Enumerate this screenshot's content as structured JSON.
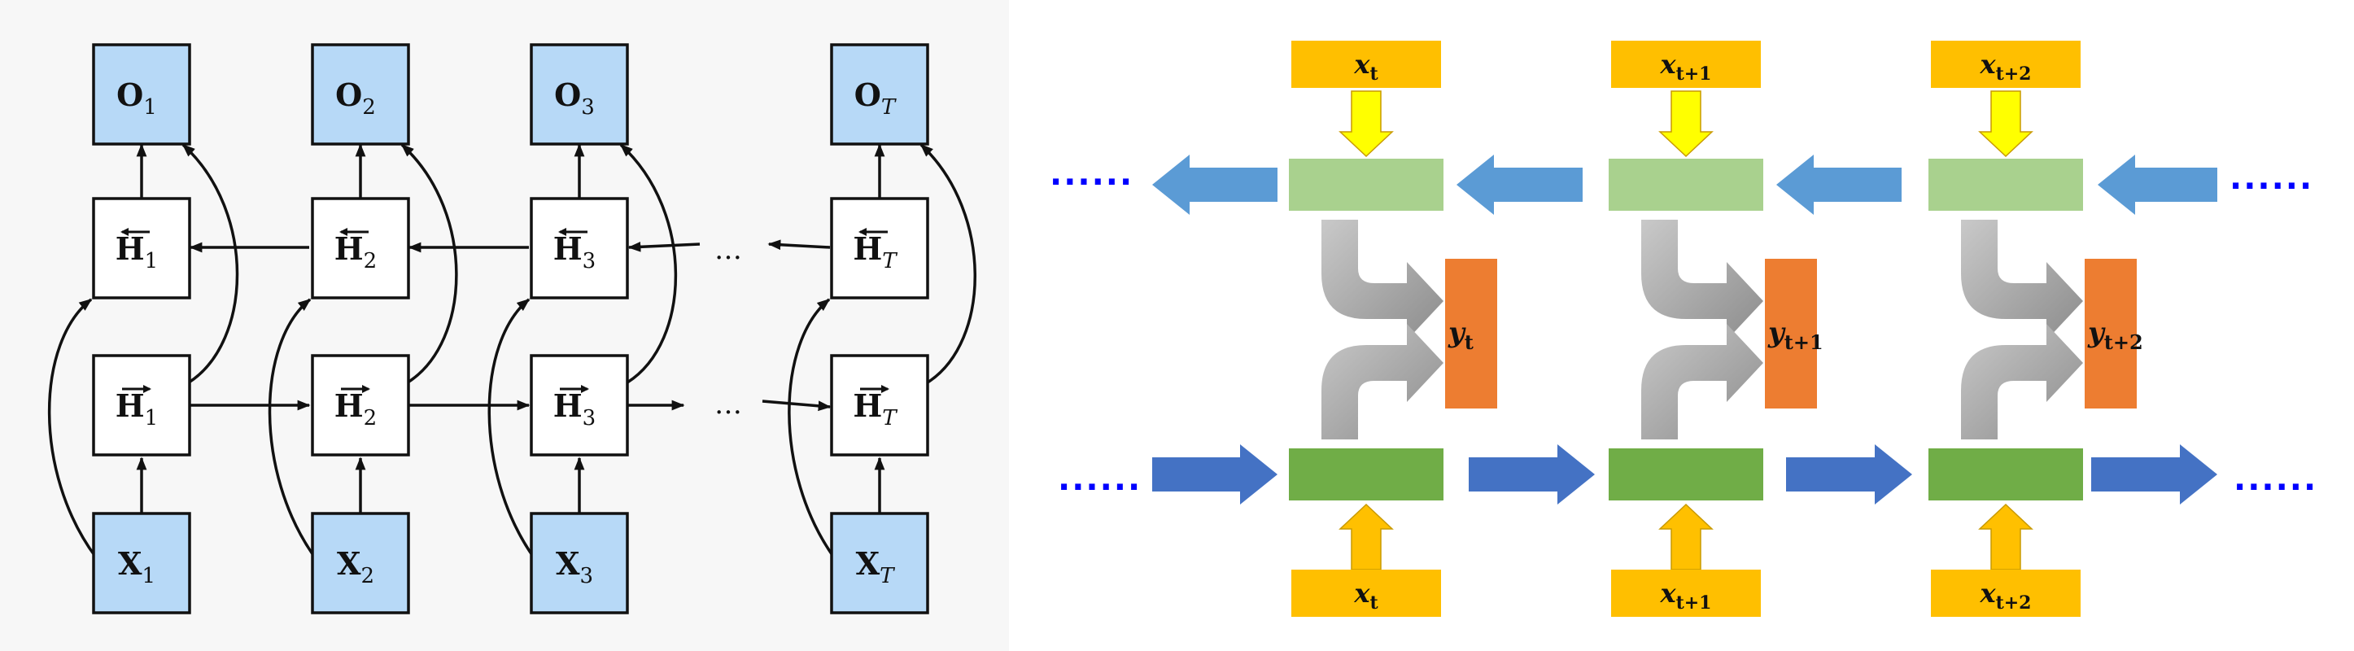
{
  "left_diagram": {
    "output_labels": [
      {
        "main": "O",
        "sub": "1",
        "sub_italic": false
      },
      {
        "main": "O",
        "sub": "2",
        "sub_italic": false
      },
      {
        "main": "O",
        "sub": "3",
        "sub_italic": false
      },
      {
        "main": "O",
        "sub": "T",
        "sub_italic": true
      }
    ],
    "backward_labels": [
      {
        "main": "H",
        "sub": "1",
        "sub_italic": false
      },
      {
        "main": "H",
        "sub": "2",
        "sub_italic": false
      },
      {
        "main": "H",
        "sub": "3",
        "sub_italic": false
      },
      {
        "main": "H",
        "sub": "T",
        "sub_italic": true
      }
    ],
    "forward_labels": [
      {
        "main": "H",
        "sub": "1",
        "sub_italic": false
      },
      {
        "main": "H",
        "sub": "2",
        "sub_italic": false
      },
      {
        "main": "H",
        "sub": "3",
        "sub_italic": false
      },
      {
        "main": "H",
        "sub": "T",
        "sub_italic": true
      }
    ],
    "input_labels": [
      {
        "main": "X",
        "sub": "1",
        "sub_italic": false
      },
      {
        "main": "X",
        "sub": "2",
        "sub_italic": false
      },
      {
        "main": "X",
        "sub": "3",
        "sub_italic": false
      },
      {
        "main": "X",
        "sub": "T",
        "sub_italic": true
      }
    ],
    "ellipsis": "…",
    "colors": {
      "panel_background": "#f7f7f7",
      "io_box_fill": "#b7d9f7",
      "hidden_box_fill": "#ffffff",
      "stroke": "#111111"
    }
  },
  "right_diagram": {
    "top_input_labels": [
      {
        "main": "x",
        "sub": "t"
      },
      {
        "main": "x",
        "sub": "t+1"
      },
      {
        "main": "x",
        "sub": "t+2"
      }
    ],
    "bottom_input_labels": [
      {
        "main": "x",
        "sub": "t"
      },
      {
        "main": "x",
        "sub": "t+1"
      },
      {
        "main": "x",
        "sub": "t+2"
      }
    ],
    "output_labels": [
      {
        "main": "y",
        "sub": "t"
      },
      {
        "main": "y",
        "sub": "t+1"
      },
      {
        "main": "y",
        "sub": "t+2"
      }
    ],
    "dots": "......",
    "colors": {
      "input_box": "#ffbf00",
      "top_input_arrow": "#ffff00",
      "bottom_input_arrow": "#ffc000",
      "backward_cell": "#a9d18e",
      "forward_cell": "#70ad47",
      "backward_arrow": "#5b9bd5",
      "forward_arrow": "#4472c4",
      "output_box": "#ed7d31",
      "merge_arrow": "#a6a6a6",
      "dots": "#0000ff"
    }
  }
}
